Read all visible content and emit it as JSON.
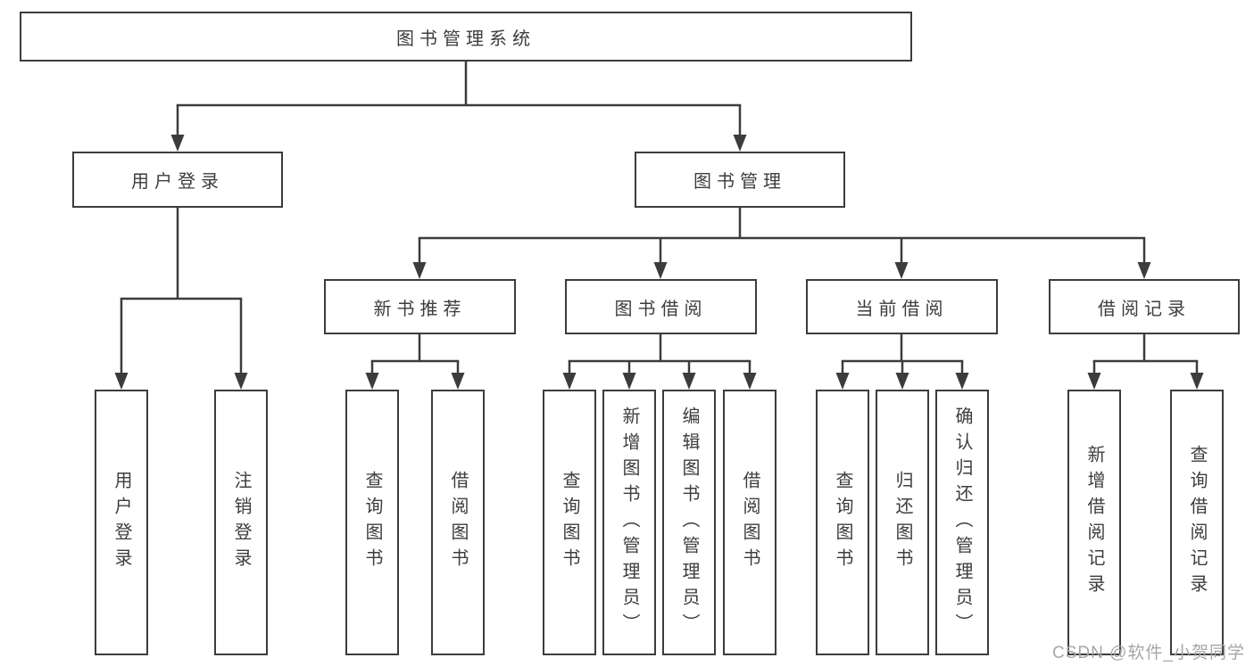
{
  "tree": {
    "root": "图书管理系统",
    "branches": [
      {
        "label": "用户登录",
        "leaves": [
          "用户登录",
          "注销登录"
        ]
      },
      {
        "label": "图书管理",
        "groups": [
          {
            "label": "新书推荐",
            "leaves": [
              "查询图书",
              "借阅图书"
            ]
          },
          {
            "label": "图书借阅",
            "leaves": [
              "查询图书",
              "新增图书（管理员）",
              "编辑图书（管理员）",
              "借阅图书"
            ]
          },
          {
            "label": "当前借阅",
            "leaves": [
              "查询图书",
              "归还图书",
              "确认归还（管理员）"
            ]
          },
          {
            "label": "借阅记录",
            "leaves": [
              "新增借阅记录",
              "查询借阅记录"
            ]
          }
        ]
      }
    ]
  },
  "watermark": {
    "text": "CSDN @软件_小贺同学"
  },
  "colors": {
    "line": "#3c3c3c",
    "text": "#3d3d3d",
    "watermark": "#a6a6a6",
    "background": "#ffffff",
    "box_fill": "#ffffff"
  }
}
